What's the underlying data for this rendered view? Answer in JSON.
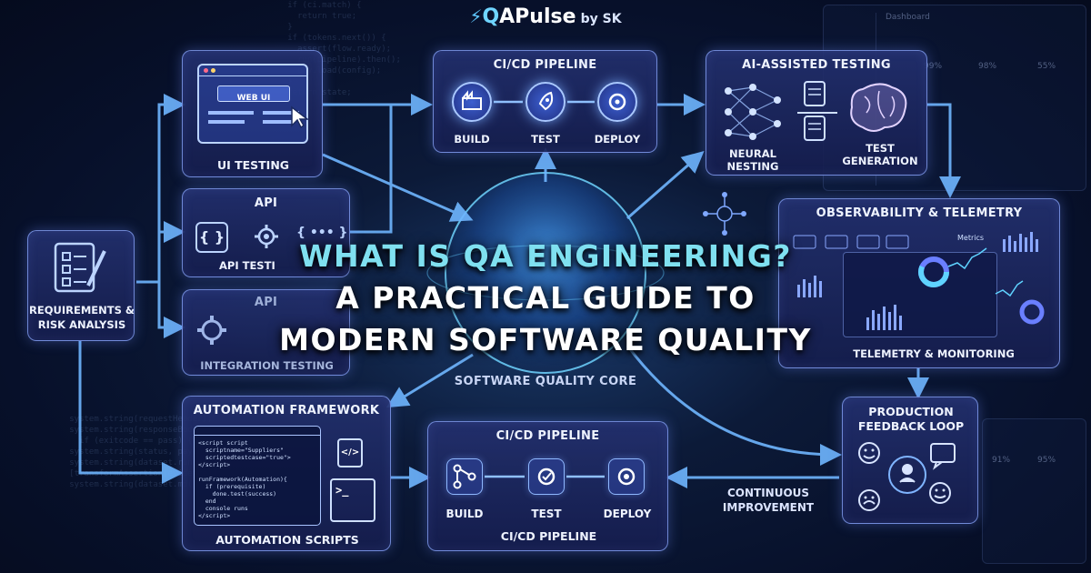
{
  "brand": {
    "bolt": "⚡",
    "q": "Q",
    "name": "APulse",
    "by": "by SK"
  },
  "headline": {
    "line1": "WHAT IS QA ENGINEERING?",
    "line2": "A PRACTICAL GUIDE TO",
    "line3": "MODERN SOFTWARE QUALITY"
  },
  "core_label": "SOFTWARE QUALITY CORE",
  "requirements": {
    "label_line1": "REQUIREMENTS &",
    "label_line2": "RISK ANALYSIS"
  },
  "ui_testing": {
    "screen_label": "WEB UI",
    "label": "UI TESTING"
  },
  "api_testing": {
    "title": "API",
    "label": "API TESTI",
    "braces": "{ }",
    "dots": "{ ••• }"
  },
  "integration": {
    "title": "API",
    "label": "INTEGRATION TESTING"
  },
  "cicd_top": {
    "title": "CI/CD PIPELINE",
    "steps": [
      "BUILD",
      "TEST",
      "DEPLOY"
    ]
  },
  "ai_testing": {
    "title": "AI-ASSISTED TESTING",
    "left_line1": "NEURAL",
    "left_line2": "NESTING",
    "right_line1": "TEST",
    "right_line2": "GENERATION"
  },
  "observability": {
    "title": "OBSERVABILITY & TELEMETRY",
    "metrics_chip": "Metrics",
    "footer": "TELEMETRY & MONITORING"
  },
  "automation": {
    "title": "AUTOMATION FRAMEWORK",
    "footer": "AUTOMATION SCRIPTS",
    "file_icon": "</>",
    "term_icon": ">_"
  },
  "cicd_bottom": {
    "title": "CI/CD PIPELINE",
    "steps": [
      "BUILD",
      "TEST",
      "DEPLOY"
    ],
    "footer": "CI/CD PIPELINE"
  },
  "continuous": {
    "line1": "CONTINUOUS",
    "line2": "IMPROVEMENT"
  },
  "feedback": {
    "line1": "PRODUCTION",
    "line2": "FEEDBACK LOOP"
  },
  "bg_dashboard": {
    "title": "Dashboard",
    "stat1": "99%",
    "stat2": "98%",
    "stat3": "55%",
    "stat4": "91%",
    "stat5": "95%"
  },
  "colors": {
    "accent_cyan": "#5fd3ff",
    "headline_cyan": "#7fe0f0",
    "panel_border": "#8ca9ff",
    "wire": "#6fb6ff"
  }
}
